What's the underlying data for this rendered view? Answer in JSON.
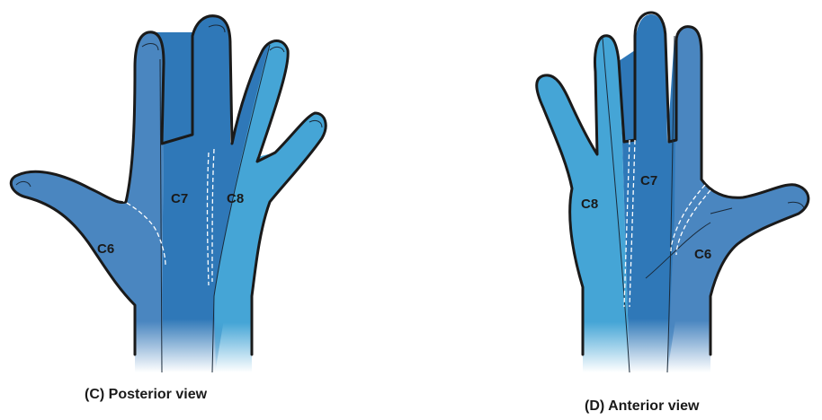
{
  "panels": [
    {
      "caption": "(C) Posterior view",
      "zones": [
        "C6",
        "C7",
        "C8"
      ]
    },
    {
      "caption": "(D) Anterior view",
      "zones": [
        "C8",
        "C7",
        "C6"
      ]
    }
  ],
  "colors": {
    "c6": "#4a86c0",
    "c7": "#2f78b8",
    "c8": "#45a5d6",
    "outline": "#1a1a1a",
    "divider_dash": "#ffffff"
  }
}
